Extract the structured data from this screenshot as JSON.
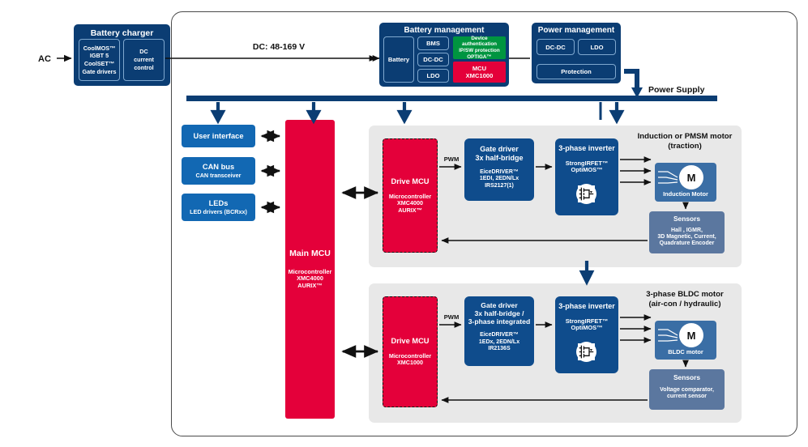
{
  "diagram": {
    "title": "E-bike / light electric vehicle motor control system block diagram",
    "colors": {
      "navy": "#0b3d73",
      "blue": "#1268b3",
      "red": "#e4003a",
      "green": "#009540",
      "steel": "#5b779f",
      "panel_gray": "#e8e8e8",
      "frame_border": "#4a4a4a"
    }
  },
  "input": {
    "ac_label": "AC",
    "dc_label": "DC: 48-169 V"
  },
  "battery_charger": {
    "title": "Battery charger",
    "blocks": [
      {
        "lines": [
          "CoolMOS™",
          "IGBT 5",
          "CoolSET™",
          "Gate drivers"
        ]
      },
      {
        "lines": [
          "DC",
          "current",
          "control"
        ]
      }
    ]
  },
  "battery_management": {
    "title": "Battery management",
    "battery_label": "Battery",
    "stack": [
      "BMS",
      "DC-DC",
      "LDO"
    ],
    "security": {
      "lines": [
        "Device authentication",
        "IP/SW protection",
        "OPTIGA™"
      ]
    },
    "mcu": {
      "title": "MCU",
      "part": "XMC1000"
    }
  },
  "power_management": {
    "title": "Power management",
    "blocks": [
      "DC-DC",
      "LDO",
      "Protection"
    ],
    "bus_label": "Power Supply"
  },
  "peripherals": [
    {
      "title": "User interface",
      "sub": ""
    },
    {
      "title": "CAN bus",
      "sub": "CAN transceiver"
    },
    {
      "title": "LEDs",
      "sub": "LED drivers (BCRxx)"
    }
  ],
  "main_mcu": {
    "title": "Main MCU",
    "sub_lines": [
      "Microcontroller",
      "XMC4000",
      "AURIX™"
    ]
  },
  "channels": [
    {
      "id": "traction",
      "drive_mcu": {
        "title": "Drive MCU",
        "sub_lines": [
          "Microcontroller",
          "XMC4000",
          "AURIX™"
        ]
      },
      "pwm_label": "PWM",
      "gate_driver": {
        "title_lines": [
          "Gate driver",
          "3x half-bridge"
        ],
        "sub_lines": [
          "EiceDRIVER™",
          "1EDI, 2EDN/Lx",
          "IRS2127(1)"
        ]
      },
      "inverter": {
        "title": "3-phase inverter",
        "sub_lines": [
          "StrongIRFET™",
          "OptiMOS™"
        ]
      },
      "motor_heading": [
        "Induction or PMSM motor",
        "(traction)"
      ],
      "motor": {
        "symbol": "M",
        "caption": "Induction Motor"
      },
      "sensors": {
        "title": "Sensors",
        "sub_lines": [
          "Hall , IGMR,",
          "3D Magnetic, Current,",
          "Quadrature Encoder"
        ]
      }
    },
    {
      "id": "auxiliary",
      "drive_mcu": {
        "title": "Drive MCU",
        "sub_lines": [
          "Microcontroller",
          "XMC1000"
        ]
      },
      "pwm_label": "PWM",
      "gate_driver": {
        "title_lines": [
          "Gate driver",
          "3x half-bridge /",
          "3-phase integrated"
        ],
        "sub_lines": [
          "EiceDRIVER™",
          "1EDx, 2EDN/Lx",
          "IR2136S"
        ]
      },
      "inverter": {
        "title": "3-phase inverter",
        "sub_lines": [
          "StrongIRFET™",
          "OptiMOS™"
        ]
      },
      "motor_heading": [
        "3-phase BLDC motor",
        "(air-con / hydraulic)"
      ],
      "motor": {
        "symbol": "M",
        "caption": "BLDC motor"
      },
      "sensors": {
        "title": "Sensors",
        "sub_lines": [
          "Voltage comparator,",
          "current sensor"
        ]
      }
    }
  ]
}
